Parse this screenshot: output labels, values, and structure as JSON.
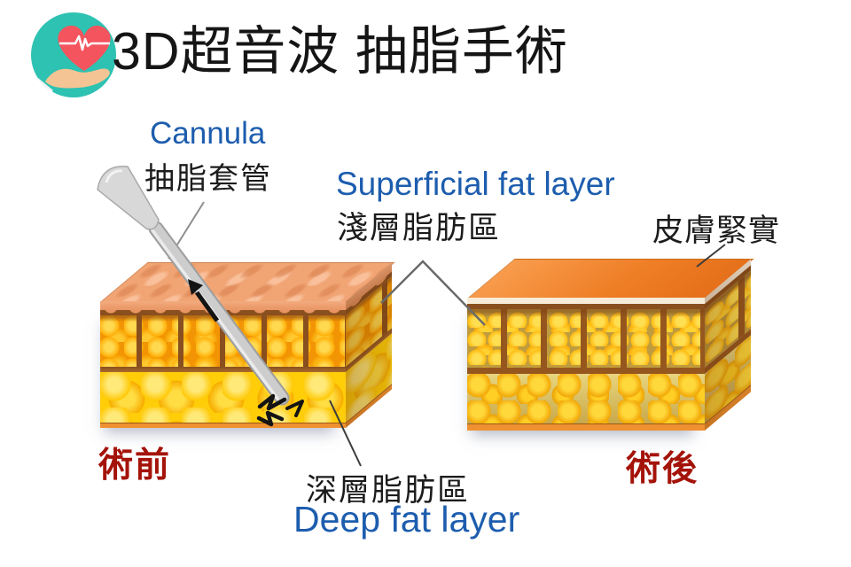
{
  "title": "3D超音波 抽脂手術",
  "logo": {
    "icon": "hand-holding-heart-icon",
    "circle_color": "#2ec2b2",
    "heart_color": "#f4545e",
    "hand_color": "#f5c494",
    "sleeve_color": "#3e59a8"
  },
  "annotations": {
    "cannula_en": "Cannula",
    "cannula_zh": "抽脂套管",
    "superficial_en": "Superficial fat layer",
    "superficial_zh": "淺層脂肪區",
    "skin_firm_zh": "皮膚緊實",
    "deep_zh": "深層脂肪區",
    "deep_en": "Deep fat layer"
  },
  "panels": {
    "before_label": "術前",
    "after_label": "術後"
  },
  "colors": {
    "label_blue": "#1d5dae",
    "label_red": "#a41309",
    "text_black": "#1c1c1c",
    "skin_orange": "#ef7f27",
    "fat_yellow": "#ffce08"
  }
}
